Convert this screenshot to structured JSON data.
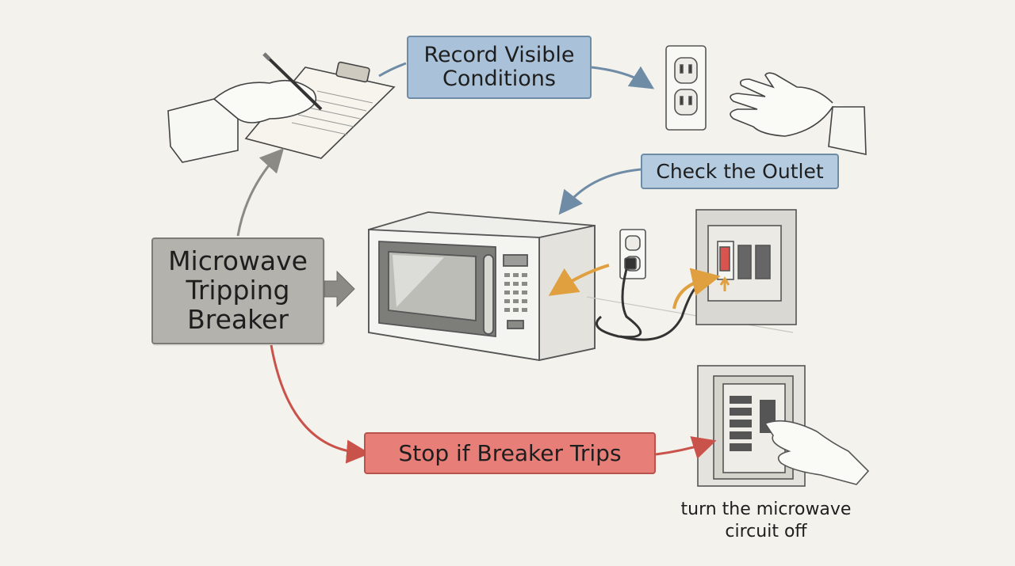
{
  "labels": {
    "center": [
      "Microwave",
      "Tripping",
      "Breaker"
    ],
    "record": [
      "Record Visible",
      "Conditions"
    ],
    "outlet": "Check the Outlet",
    "stop": "Stop if Breaker Trips",
    "caption": [
      "turn the microwave",
      "circuit off"
    ]
  },
  "colors": {
    "background": "#f3f2ec",
    "center_box": "#b4b2ac",
    "blue_box": "#a9c2d9",
    "red_box": "#e77e78",
    "gray_arrow": "#8c8a84",
    "blue_arrow": "#6f8ca7",
    "red_arrow": "#c9524b",
    "orange_arrow": "#e0a040",
    "breaker_on": "#d9534f"
  },
  "icons": [
    "clipboard-hand-icon",
    "wall-outlet-icon",
    "reaching-hand-icon",
    "microwave-icon",
    "breaker-panel-icon",
    "breaker-switch-hand-icon"
  ]
}
